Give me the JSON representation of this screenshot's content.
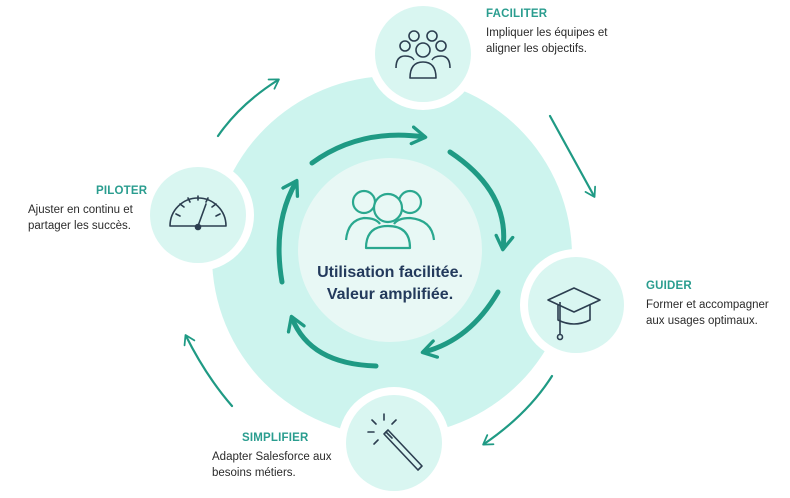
{
  "center": {
    "line1": "Utilisation facilitée.",
    "line2": "Valeur amplifiée."
  },
  "steps": [
    {
      "key": "faciliter",
      "title": "FACILITER",
      "line1": "Impliquer les équipes et",
      "line2": "aligner les objectifs.",
      "icon": "team-icon"
    },
    {
      "key": "guider",
      "title": "GUIDER",
      "line1": "Former et accompagner",
      "line2": "aux usages optimaux.",
      "icon": "graduation-cap-icon"
    },
    {
      "key": "simplifier",
      "title": "SIMPLIFIER",
      "line1": "Adapter Salesforce aux",
      "line2": "besoins métiers.",
      "icon": "magic-wand-icon"
    },
    {
      "key": "piloter",
      "title": "PILOTER",
      "line1": "Ajuster en continu et",
      "line2": "partager les succès.",
      "icon": "gauge-icon"
    }
  ],
  "colors": {
    "accent": "#2a9d8f",
    "arrow": "#1f9a84",
    "big_circle": "#cdf4ee",
    "inner_circle": "#e8f8f5",
    "icon_circle": "#d9f6f1",
    "icon_stroke": "#2c3e50",
    "center_text": "#233a5c"
  }
}
